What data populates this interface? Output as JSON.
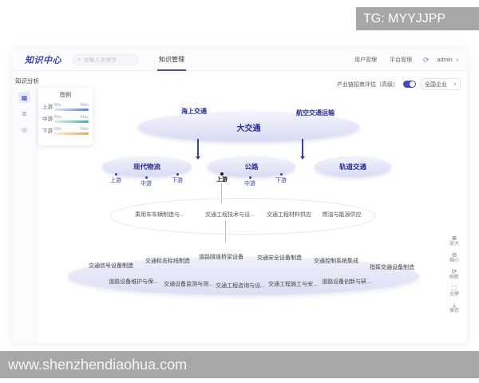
{
  "colors": {
    "accent": "#444ac8",
    "node_text": "#262c9b",
    "watermark_bg": "#a7a7a7",
    "node_fill_from": "#f2f3fb",
    "node_fill_to": "#d8dbf3"
  },
  "watermarks": {
    "top": "TG: MYYJJPP",
    "bottom": "www.shenzhendiaohua.com"
  },
  "navbar": {
    "logo": "知识中心",
    "search_placeholder": "请输入关键字",
    "tab": "知识管理",
    "link_user_mgmt": "用户管理",
    "link_platform_mgmt": "平台管理",
    "username": "admin"
  },
  "sidebar": {
    "title": "知识分析"
  },
  "controls": {
    "eval_label": "产业链招商评估（高级）",
    "region": "全国企业"
  },
  "legend": {
    "title": "图例",
    "min": "Min",
    "max": "Max",
    "rows": [
      {
        "label": "上游",
        "color_from": "#dbe5fb",
        "color_to": "#5b86e5"
      },
      {
        "label": "中游",
        "color_from": "#d8f2ec",
        "color_to": "#3fb3a2"
      },
      {
        "label": "下游",
        "color_from": "#fdeed8",
        "color_to": "#eda84f"
      }
    ]
  },
  "diagram": {
    "root": {
      "label": "大交通",
      "sub_left": "海上交通",
      "sub_right": "航空交通运输"
    },
    "level2": [
      {
        "label": "现代物流",
        "streams": [
          "上游",
          "中游",
          "下游"
        ]
      },
      {
        "label": "公路",
        "streams": [
          "上游",
          "中游",
          "下游"
        ],
        "selected_stream": "上游"
      },
      {
        "label": "轨道交通"
      }
    ],
    "level3": [
      "乘用车车辆制造与...",
      "交通工程技术与设...",
      "交通工程材料供应",
      "燃油与能源供应"
    ],
    "level4_top": [
      "交通信号设备制造",
      "交通标志标线制造",
      "道路隧道桥梁设备",
      "交通安全设备制造",
      "交通控制系统集成",
      "指挥交通设备制造"
    ],
    "level4_bottom": [
      "道路设备维护与保...",
      "交通设备监测与测...",
      "交通工程咨询与设...",
      "交通工程施工与安...",
      "道路设备创新与研..."
    ]
  },
  "tools": [
    {
      "name": "zoom-in",
      "glyph": "⊕",
      "label": "放大"
    },
    {
      "name": "zoom-out",
      "glyph": "⊖",
      "label": "缩小"
    },
    {
      "name": "refresh",
      "glyph": "⟳",
      "label": "刷新"
    },
    {
      "name": "fullscreen",
      "glyph": "⛶",
      "label": "全屏"
    },
    {
      "name": "save",
      "glyph": "⤓",
      "label": "保存"
    }
  ],
  "icons": {
    "search": "⌕",
    "refresh": "⟳",
    "chevron_down": "∨",
    "grid": "▦",
    "list": "≣",
    "clock": "◎"
  }
}
